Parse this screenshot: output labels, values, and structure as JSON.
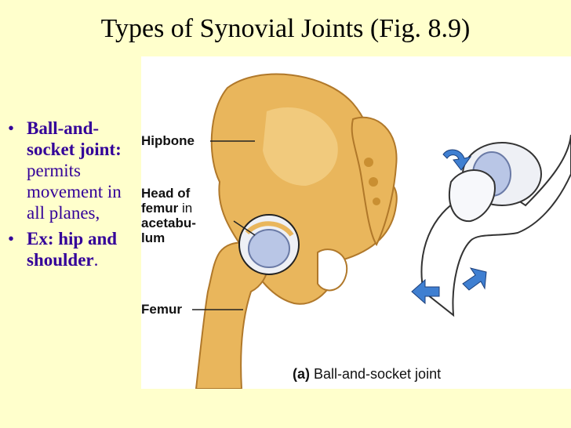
{
  "title": "Types of Synovial Joints (Fig. 8.9)",
  "bullets": [
    {
      "bold": "Ball-and-socket joint:",
      "text": " permits movement in all planes,"
    },
    {
      "bold": "Ex: hip and shoulder",
      "text": "."
    }
  ],
  "figure": {
    "labels": {
      "hipbone": "Hipbone",
      "head_bold": "Head of femur",
      "head_normal": " in",
      "acetabulum": "acetabu-lum",
      "femur": "Femur"
    },
    "caption_prefix": "(a)",
    "caption_text": " Ball-and-socket joint"
  },
  "colors": {
    "background": "#ffffcc",
    "bullet_text": "#330099",
    "bone": "#e9b65c",
    "bone_shadow": "#c98f32",
    "joint": "#b9c6e6",
    "arrow": "#3f7fd1"
  }
}
